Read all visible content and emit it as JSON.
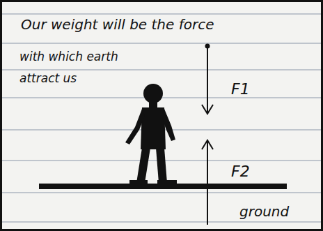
{
  "diagram": {
    "labels": [
      "Our weight will be the force",
      "with which earth",
      "attract us",
      "F1",
      "F2",
      "ground"
    ]
  }
}
